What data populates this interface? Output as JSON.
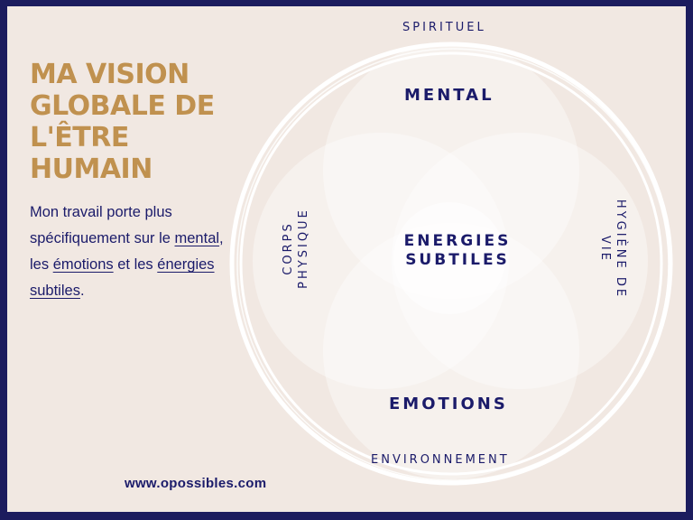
{
  "title": "MA VISION GLOBALE DE L'ÊTRE HUMAIN",
  "intro": {
    "text_1": "Mon travail porte plus spécifiquement sur le",
    "link_mental": "mental",
    "text_2": ", les",
    "link_emotions": "émotions",
    "text_3": "et les",
    "link_energies": "énergies subtiles",
    "text_4": "."
  },
  "website": "www.opossibles.com",
  "diagram": {
    "outer_top": "SPIRITUEL",
    "outer_bottom": "ENVIRONNEMENT",
    "outer_right": "HYGIÈNE DE VIE",
    "mental": "MENTAL",
    "emotions": "EMOTIONS",
    "corps_physique": "CORPS PHYSIQUE",
    "center": "ENERGIES SUBTILES"
  },
  "colors": {
    "background": "#f1e8e2",
    "border": "#1c1c5e",
    "title": "#c0914f",
    "text": "#1b1b6a"
  }
}
